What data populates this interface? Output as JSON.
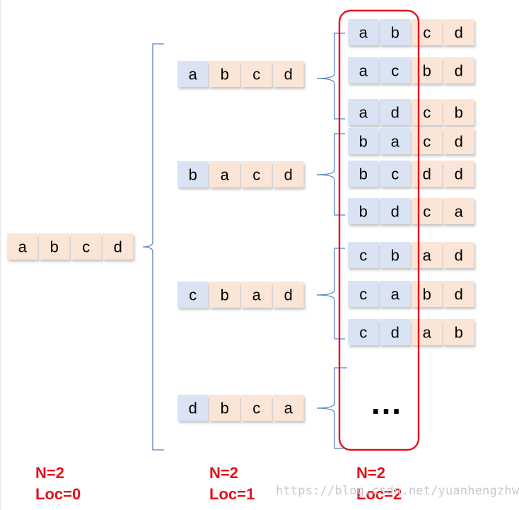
{
  "colors": {
    "blue_cell": "#dae3f3",
    "peach_cell": "#fbe5d6",
    "bracket": "#5b7fc7",
    "highlight": "#e3101b",
    "label": "#e3101b"
  },
  "root": [
    "a",
    "b",
    "c",
    "d"
  ],
  "level1": [
    [
      "a",
      "b",
      "c",
      "d"
    ],
    [
      "b",
      "a",
      "c",
      "d"
    ],
    [
      "c",
      "b",
      "a",
      "d"
    ],
    [
      "d",
      "b",
      "c",
      "a"
    ]
  ],
  "level2": [
    [
      "a",
      "b",
      "c",
      "d"
    ],
    [
      "a",
      "c",
      "b",
      "d"
    ],
    [
      "a",
      "d",
      "c",
      "b"
    ],
    [
      "b",
      "a",
      "c",
      "d"
    ],
    [
      "b",
      "c",
      "d",
      "d"
    ],
    [
      "b",
      "d",
      "c",
      "a"
    ],
    [
      "c",
      "b",
      "a",
      "d"
    ],
    [
      "c",
      "a",
      "b",
      "d"
    ],
    [
      "c",
      "d",
      "a",
      "b"
    ]
  ],
  "ellipsis": "…",
  "labels": [
    {
      "n": "N=2",
      "loc": "Loc=0"
    },
    {
      "n": "N=2",
      "loc": "Loc=1"
    },
    {
      "n": "N=2",
      "loc": "Loc=2"
    }
  ],
  "watermark": "https://blog.csdn.net/yuanhengzhw"
}
